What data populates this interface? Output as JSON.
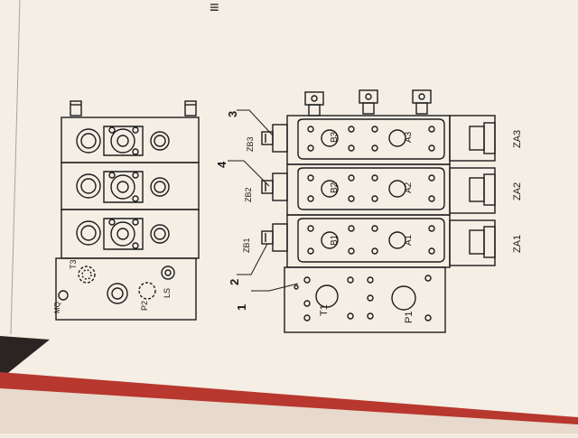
{
  "colors": {
    "paper": "#f4eee4",
    "ink": "#1c1c1c",
    "shadow": "#cfc7bb",
    "background_edge": "#b93a32",
    "background_floor": "#e9d9cc"
  },
  "left_view": {
    "port_labels": [
      "MQ",
      "T3",
      "P2",
      "LS"
    ]
  },
  "right_view": {
    "section_labels": {
      "b_ports": [
        "B1",
        "B2",
        "B3"
      ],
      "a_ports": [
        "A1",
        "A2",
        "A3"
      ],
      "zb": [
        "ZB1",
        "ZB2",
        "ZB3"
      ],
      "za": [
        "ZA1",
        "ZA2",
        "ZA3"
      ]
    },
    "inlet_labels": [
      "T1",
      "P1"
    ],
    "callouts": [
      "1",
      "2",
      "3",
      "4"
    ]
  },
  "page_corner_mark": "≡"
}
